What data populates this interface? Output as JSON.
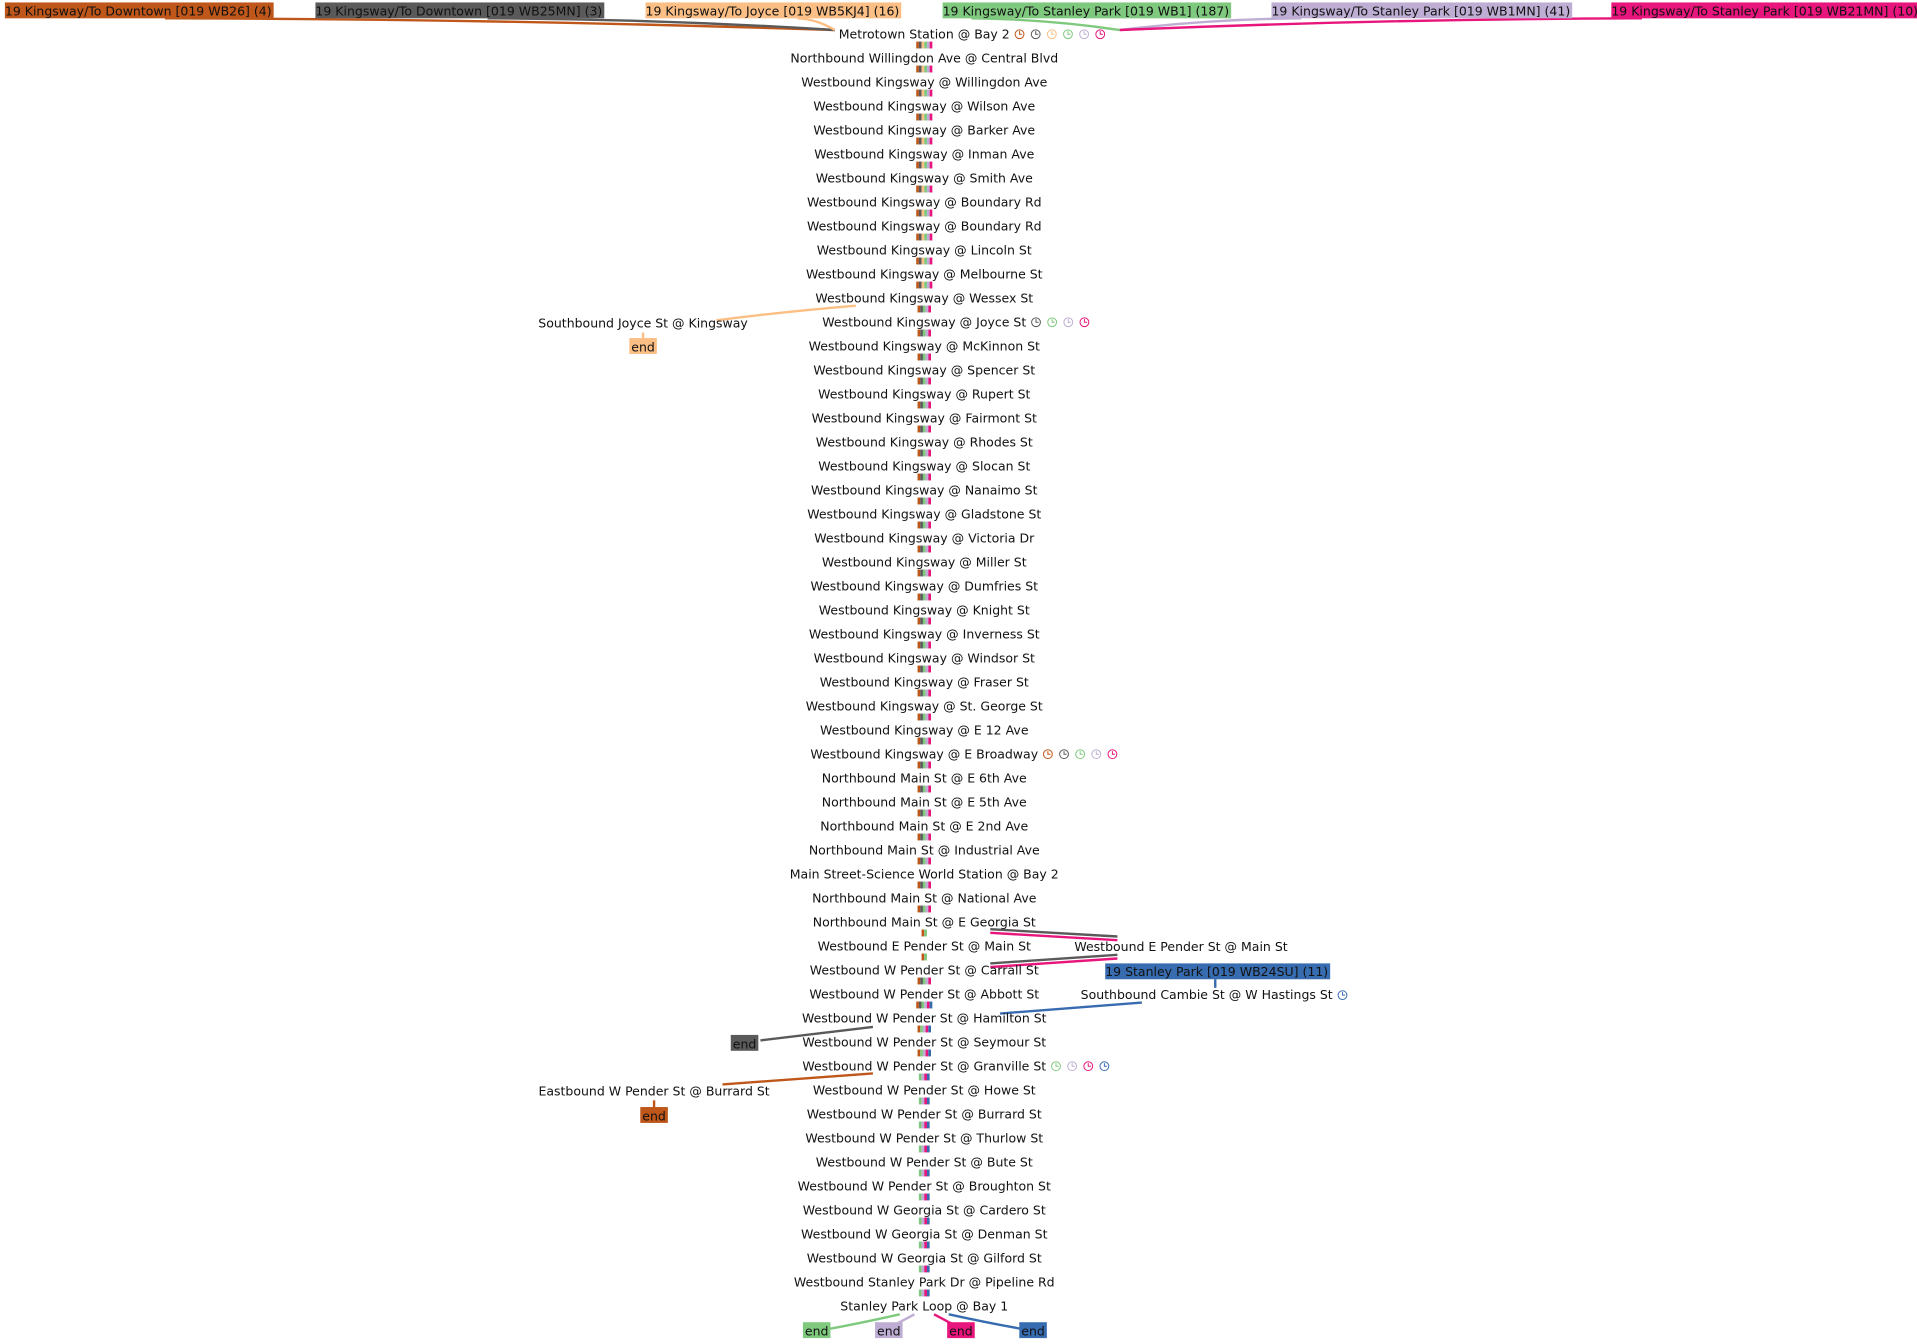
{
  "routes": [
    {
      "id": "r1",
      "label": "19 Kingsway/To Downtown [019 WB26] (4)",
      "color": "#c0571a"
    },
    {
      "id": "r2",
      "label": "19 Kingsway/To Downtown [019 WB25MN] (3)",
      "color": "#5a5a5a"
    },
    {
      "id": "r3",
      "label": "19 Kingsway/To Joyce [019 WB5KJ4] (16)",
      "color": "#fbbf85"
    },
    {
      "id": "r4",
      "label": "19 Kingsway/To Stanley Park [019 WB1] (187)",
      "color": "#7fc97f"
    },
    {
      "id": "r5",
      "label": "19 Kingsway/To Stanley Park [019 WB1MN] (41)",
      "color": "#beaed4"
    },
    {
      "id": "r6",
      "label": "19 Kingsway/To Stanley Park [019 WB21MN] (10)",
      "color": "#e7157c"
    },
    {
      "id": "r7",
      "label": "19 Stanley Park [019 WB24SU] (11)",
      "color": "#386cb0"
    }
  ],
  "stops": [
    "Metrotown Station @ Bay 2",
    "Northbound Willingdon Ave @ Central Blvd",
    "Westbound Kingsway @ Willingdon Ave",
    "Westbound Kingsway @ Wilson Ave",
    "Westbound Kingsway @ Barker Ave",
    "Westbound Kingsway @ Inman Ave",
    "Westbound Kingsway @ Smith Ave",
    "Westbound Kingsway @ Boundary Rd",
    "Westbound Kingsway @ Boundary Rd",
    "Westbound Kingsway @ Lincoln St",
    "Westbound Kingsway @ Melbourne St",
    "Westbound Kingsway @ Wessex St",
    "Westbound Kingsway @ Joyce St",
    "Westbound Kingsway @ McKinnon St",
    "Westbound Kingsway @ Spencer St",
    "Westbound Kingsway @ Rupert St",
    "Westbound Kingsway @ Fairmont St",
    "Westbound Kingsway @ Rhodes St",
    "Westbound Kingsway @ Slocan St",
    "Westbound Kingsway @ Nanaimo St",
    "Westbound Kingsway @ Gladstone St",
    "Westbound Kingsway @ Victoria Dr",
    "Westbound Kingsway @ Miller St",
    "Westbound Kingsway @ Dumfries St",
    "Westbound Kingsway @ Knight St",
    "Westbound Kingsway @ Inverness St",
    "Westbound Kingsway @ Windsor St",
    "Westbound Kingsway @ Fraser St",
    "Westbound Kingsway @ St. George St",
    "Westbound Kingsway @ E 12 Ave",
    "Westbound Kingsway @ E Broadway",
    "Northbound Main St @ E 6th Ave",
    "Northbound Main St @ E 5th Ave",
    "Northbound Main St @ E 2nd Ave",
    "Northbound Main St @ Industrial Ave",
    "Main Street-Science World Station @ Bay 2",
    "Northbound Main St @ National Ave",
    "Northbound Main St @ E Georgia St",
    "Westbound E Pender St @ Main St",
    "Westbound W Pender St @ Carrall St",
    "Westbound W Pender St @ Abbott St",
    "Westbound W Pender St @ Hamilton St",
    "Westbound W Pender St @ Seymour St",
    "Westbound W Pender St @ Granville St",
    "Westbound W Pender St @ Howe St",
    "Westbound W Pender St @ Burrard St",
    "Westbound W Pender St @ Thurlow St",
    "Westbound W Pender St @ Bute St",
    "Westbound W Pender St @ Broughton St",
    "Westbound W Georgia St @ Cardero St",
    "Westbound W Georgia St @ Denman St",
    "Westbound W Georgia St @ Gilford St",
    "Westbound Stanley Park Dr @ Pipeline Rd",
    "Stanley Park Loop @ Bay 1"
  ],
  "side_stops": {
    "joyce": "Southbound Joyce St @ Kingsway",
    "pender_main": "Westbound E Pender St @ Main St",
    "cambie": "Southbound Cambie St @ W Hastings St",
    "burrard": "Eastbound W Pender St @ Burrard St"
  },
  "end_label": "end",
  "timepoints": {
    "Metrotown Station @ Bay 2": [
      "r1",
      "r2",
      "r3",
      "r4",
      "r5",
      "r6"
    ],
    "Westbound Kingsway @ Joyce St": [
      "r2",
      "r4",
      "r5",
      "r6"
    ],
    "Westbound Kingsway @ E Broadway": [
      "r1",
      "r2",
      "r4",
      "r5",
      "r6"
    ],
    "Westbound W Pender St @ Granville St": [
      "r4",
      "r5",
      "r6",
      "r7"
    ],
    "Southbound Cambie St @ W Hastings St": [
      "r7"
    ]
  }
}
